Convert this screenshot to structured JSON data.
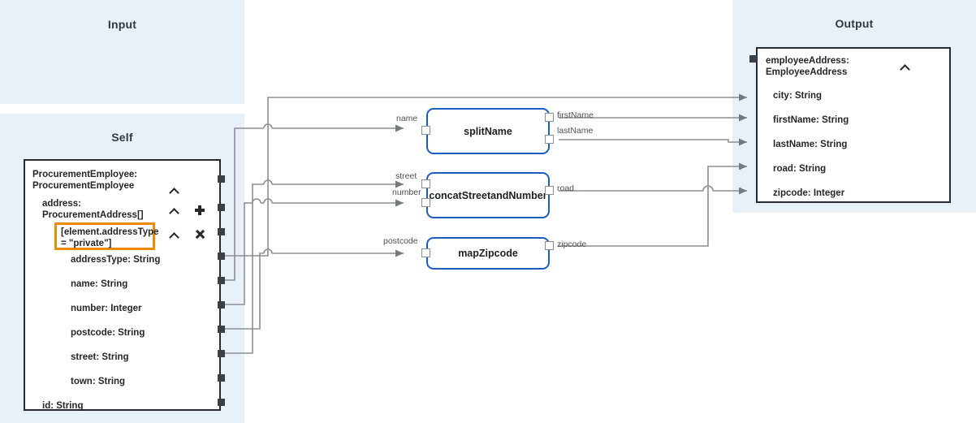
{
  "panels": {
    "input": {
      "title": "Input"
    },
    "self": {
      "title": "Self"
    },
    "output": {
      "title": "Output"
    }
  },
  "self_structure": {
    "root": {
      "label": "ProcurementEmployee:\nProcurementEmployee"
    },
    "address": {
      "label": "address:\nProcurementAddress[]"
    },
    "filter": {
      "label": "[element.addressType\n= \"private\"]",
      "highlight_color": "#ec8b00"
    },
    "fields": [
      {
        "label": "addressType: String"
      },
      {
        "label": "name: String"
      },
      {
        "label": "number: Integer"
      },
      {
        "label": "postcode: String"
      },
      {
        "label": "street: String"
      },
      {
        "label": "town: String"
      }
    ],
    "id_field": {
      "label": "id: String"
    },
    "controls": {
      "collapse": "chevron-up",
      "add": "plus",
      "remove": "cross"
    }
  },
  "output_structure": {
    "root": {
      "label": "employeeAddress:\nEmployeeAddress"
    },
    "fields": [
      {
        "label": "city: String"
      },
      {
        "label": "firstName: String"
      },
      {
        "label": "lastName: String"
      },
      {
        "label": "road: String"
      },
      {
        "label": "zipcode: Integer"
      }
    ],
    "controls": {
      "collapse": "chevron-up"
    }
  },
  "functions": [
    {
      "name": "splitName",
      "inputs": [
        "name"
      ],
      "outputs": [
        "firstName",
        "lastName"
      ]
    },
    {
      "name": "concatStreetandNumber",
      "inputs": [
        "street",
        "number"
      ],
      "outputs": [
        "road"
      ]
    },
    {
      "name": "mapZipcode",
      "inputs": [
        "postcode"
      ],
      "outputs": [
        "zipcode"
      ]
    }
  ],
  "colors": {
    "panel_background": "#e8f1f8",
    "node_border": "#1c5dbd",
    "struct_border": "#262a2e",
    "highlight": "#ec8b00",
    "edge": "#8a8f94"
  }
}
